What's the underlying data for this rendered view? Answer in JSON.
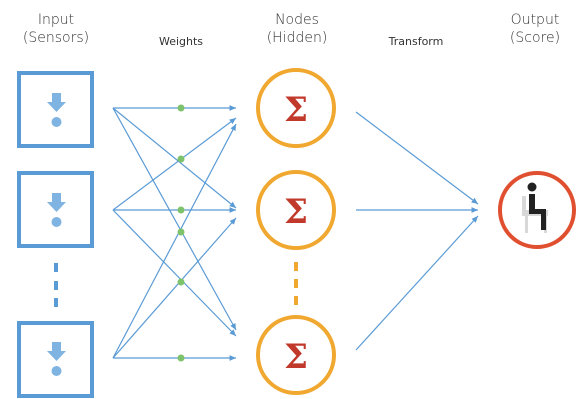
{
  "header": {
    "input": {
      "line1": "Input",
      "line2": "(Sensors)"
    },
    "weights": "Weights",
    "nodes": {
      "line1": "Nodes",
      "line2": "(Hidden)"
    },
    "transform": "Transform",
    "output": {
      "line1": "Output",
      "line2": "(Score)"
    }
  },
  "nodes": {
    "symbol": "Σ"
  },
  "icons": {
    "input": "download-arrow-icon",
    "output": "seated-person-icon"
  },
  "colors": {
    "input": "#5b9bd5",
    "node": "#f0a830",
    "sigma": "#c0392b",
    "output": "#e05030",
    "weight_dot": "#7dc36b",
    "connection": "#5b9bd5"
  }
}
